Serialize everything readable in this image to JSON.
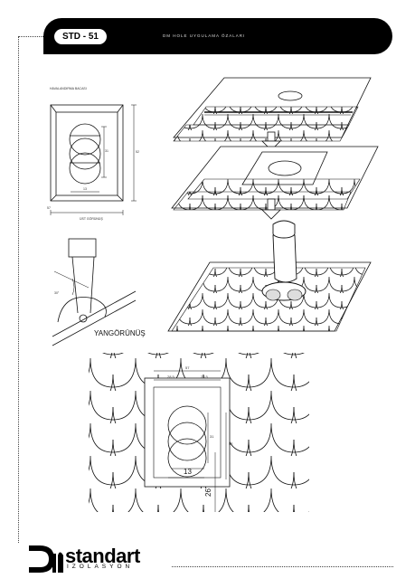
{
  "header": {
    "code": "STD - 51",
    "subtitle": "DM HOLE UYGULAMA ÖZALARI"
  },
  "views": {
    "top_view_title": "HAVALANDIRMA BACASI",
    "top_view_caption": "ÜST GÖRÜNÜŞ",
    "side_view_caption": "YANGÖRÜNÜŞ"
  },
  "dimensions": {
    "width": "13",
    "height": "26",
    "top_overall": "57",
    "half_left": "28.5",
    "half_right": "28.5",
    "inner_height": "31",
    "outer_height": "52",
    "angle": "30°"
  },
  "brand": {
    "name": "standart",
    "tagline": "IZOLASYON",
    "logo_letters": "DM"
  },
  "colors": {
    "header_bg": "#000000",
    "line": "#111111"
  }
}
